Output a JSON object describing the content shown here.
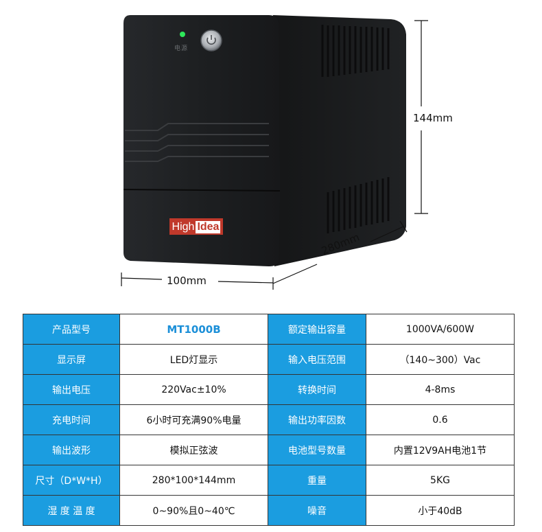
{
  "product": {
    "brand_part1": "High",
    "brand_part2": "Idea",
    "panel_label": "电源"
  },
  "dimensions": {
    "height": "144mm",
    "depth": "280mm",
    "width": "100mm"
  },
  "specs": [
    [
      {
        "label": "产品型号",
        "value": "MT1000B"
      },
      {
        "label": "额定输出容量",
        "value": "1000VA/600W"
      }
    ],
    [
      {
        "label": "显示屏",
        "value": "LED灯显示"
      },
      {
        "label": "输入电压范围",
        "value": "（140~300）Vac"
      }
    ],
    [
      {
        "label": "输出电压",
        "value": "220Vac±10%"
      },
      {
        "label": "转换时间",
        "value": "4-8ms"
      }
    ],
    [
      {
        "label": "充电时间",
        "value": "6小时可充满90%电量"
      },
      {
        "label": "输出功率因数",
        "value": "0.6"
      }
    ],
    [
      {
        "label": "输出波形",
        "value": "模拟正弦波"
      },
      {
        "label": "电池型号数量",
        "value": "内置12V9AH电池1节"
      }
    ],
    [
      {
        "label": "尺寸（D*W*H）",
        "value": "280*100*144mm"
      },
      {
        "label": "重量",
        "value": "5KG"
      }
    ],
    [
      {
        "label": "湿 度 温 度",
        "value": "0~90%且0~40℃"
      },
      {
        "label": "噪音",
        "value": "小于40dB"
      }
    ]
  ],
  "colors": {
    "label_bg": "#1b9de0",
    "model_text": "#1b8fd8",
    "led": "#2ee85a",
    "brand_bg": "#c0392b"
  }
}
